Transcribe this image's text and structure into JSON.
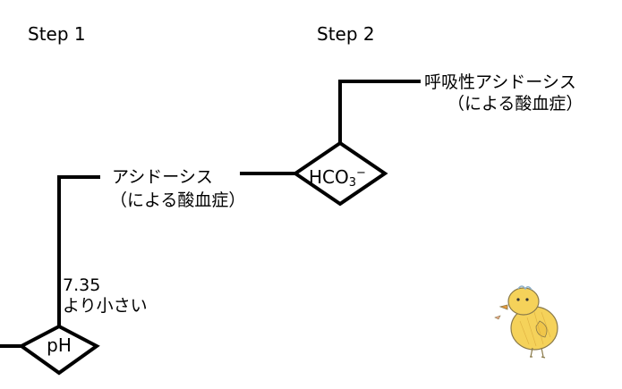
{
  "steps": {
    "step1": "Step 1",
    "step2": "Step 2"
  },
  "nodes": {
    "ph": {
      "label": "pH"
    },
    "hco3": {
      "label": "HCO",
      "sub": "3",
      "sup": "−"
    }
  },
  "edges": {
    "ph_condition_line1": "7.35",
    "ph_condition_line2": "より小さい",
    "acidosis_line1": "アシドーシス",
    "acidosis_line2": "（による酸血症）",
    "resp_acidosis_line1": "呼吸性アシドーシス",
    "resp_acidosis_line2": "（による酸血症）"
  },
  "colors": {
    "line": "#000000",
    "chick_body": "#f5d25a",
    "chick_outline": "#8a7a4a",
    "chick_beak": "#e89a3c"
  },
  "decorations": {
    "mascot_icon": "chick-icon"
  }
}
